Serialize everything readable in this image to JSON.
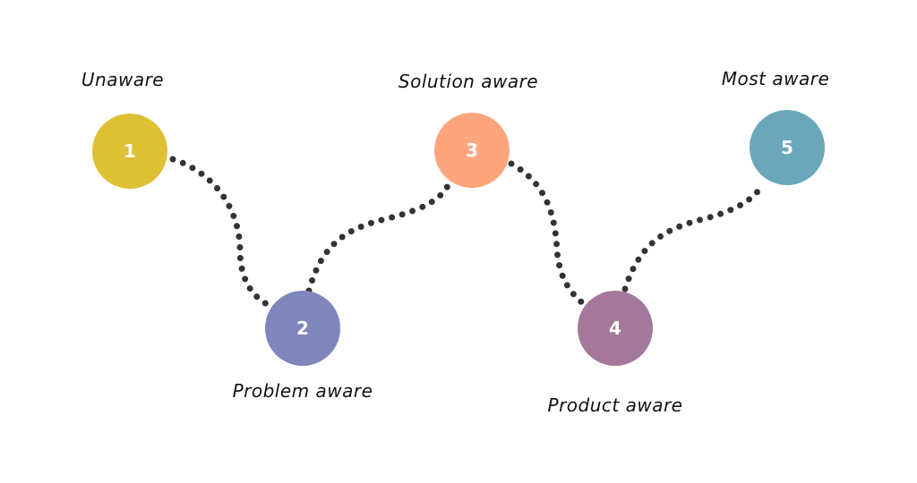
{
  "stages": [
    {
      "number": "1",
      "label": "Unaware",
      "color": "#DEC035"
    },
    {
      "number": "2",
      "label": "Problem aware",
      "color": "#7F86BC"
    },
    {
      "number": "3",
      "label": "Solution aware",
      "color": "#FFA57E"
    },
    {
      "number": "4",
      "label": "Product aware",
      "color": "#A37898"
    },
    {
      "number": "5",
      "label": "Most aware",
      "color": "#6AA7BA"
    }
  ],
  "connector_color": "#333333"
}
